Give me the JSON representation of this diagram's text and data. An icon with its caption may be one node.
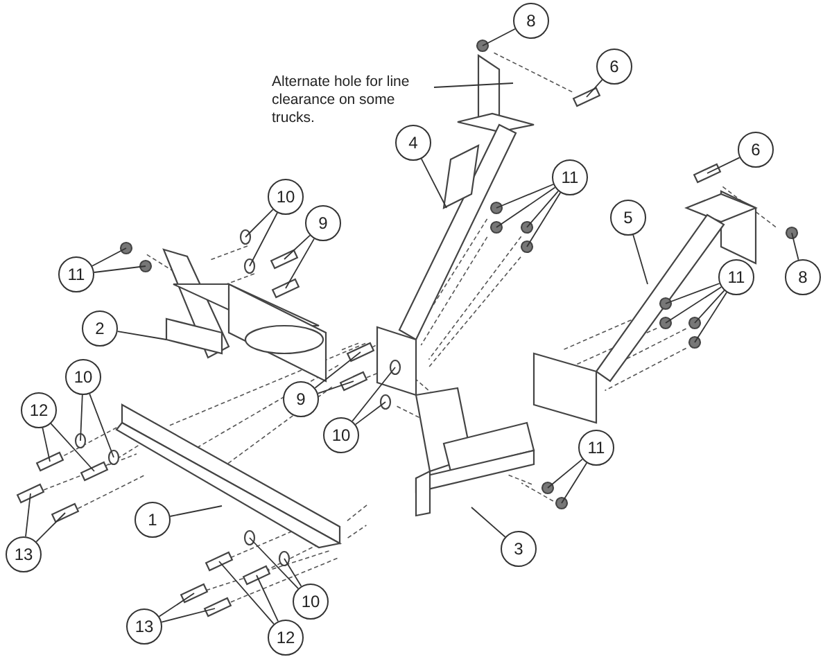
{
  "diagram": {
    "nodes": [
      {
        "text": [
          "8"
        ]
      },
      {
        "text": [
          "6"
        ]
      },
      {
        "text": [
          "Alternate hole for line clearance on some trucks."
        ]
      },
      {
        "text": [
          "4"
        ]
      },
      {
        "text": [
          "6"
        ]
      },
      {
        "text": [
          "11"
        ]
      },
      {
        "text": [
          "10"
        ]
      },
      {
        "text": [
          "5"
        ]
      },
      {
        "text": [
          "9"
        ]
      },
      {
        "text": [
          "11"
        ]
      },
      {
        "text": [
          "8"
        ]
      },
      {
        "text": [
          "11"
        ]
      },
      {
        "text": [
          "2"
        ]
      },
      {
        "text": [
          "10"
        ]
      },
      {
        "text": [
          "9"
        ]
      },
      {
        "text": [
          "12"
        ]
      },
      {
        "text": [
          "10"
        ]
      },
      {
        "text": [
          "11"
        ]
      },
      {
        "text": [
          "1"
        ]
      },
      {
        "text": [
          "3"
        ]
      },
      {
        "text": [
          "13"
        ]
      },
      {
        "text": [
          "10"
        ]
      },
      {
        "text": [
          "13"
        ]
      },
      {
        "text": [
          "12"
        ]
      }
    ],
    "edges": [
      {
        "from": 0,
        "to": null,
        "arrow": "none"
      },
      {
        "from": 1,
        "to": null,
        "arrow": "none"
      },
      {
        "from": 2,
        "to": null,
        "arrow": "none"
      },
      {
        "from": 3,
        "to": null,
        "arrow": "none"
      },
      {
        "from": 4,
        "to": null,
        "arrow": "none"
      },
      {
        "from": 5,
        "to": null,
        "arrow": "none"
      },
      {
        "from": 5,
        "to": null,
        "arrow": "none"
      },
      {
        "from": 5,
        "to": null,
        "arrow": "none"
      },
      {
        "from": 5,
        "to": null,
        "arrow": "none"
      },
      {
        "from": 6,
        "to": null,
        "arrow": "none"
      },
      {
        "from": 6,
        "to": null,
        "arrow": "none"
      },
      {
        "from": 7,
        "to": null,
        "arrow": "none"
      },
      {
        "from": 8,
        "to": null,
        "arrow": "none"
      },
      {
        "from": 8,
        "to": null,
        "arrow": "none"
      },
      {
        "from": 9,
        "to": null,
        "arrow": "none"
      },
      {
        "from": 9,
        "to": null,
        "arrow": "none"
      },
      {
        "from": 10,
        "to": null,
        "arrow": "none"
      },
      {
        "from": 11,
        "to": null,
        "arrow": "none"
      },
      {
        "from": 11,
        "to": null,
        "arrow": "none"
      },
      {
        "from": 11,
        "to": null,
        "arrow": "none"
      },
      {
        "from": 11,
        "to": null,
        "arrow": "none"
      },
      {
        "from": 12,
        "to": null,
        "arrow": "none"
      },
      {
        "from": 13,
        "to": null,
        "arrow": "none"
      },
      {
        "from": 13,
        "to": null,
        "arrow": "none"
      },
      {
        "from": 14,
        "to": null,
        "arrow": "none"
      },
      {
        "from": 14,
        "to": null,
        "arrow": "none"
      },
      {
        "from": 15,
        "to": null,
        "arrow": "none"
      },
      {
        "from": 15,
        "to": null,
        "arrow": "none"
      },
      {
        "from": 16,
        "to": null,
        "arrow": "none"
      },
      {
        "from": 16,
        "to": null,
        "arrow": "none"
      },
      {
        "from": 17,
        "to": null,
        "arrow": "none"
      },
      {
        "from": 17,
        "to": null,
        "arrow": "none"
      },
      {
        "from": 18,
        "to": null,
        "arrow": "none"
      },
      {
        "from": 19,
        "to": null,
        "arrow": "none"
      },
      {
        "from": 20,
        "to": null,
        "arrow": "none"
      },
      {
        "from": 20,
        "to": null,
        "arrow": "none"
      },
      {
        "from": 21,
        "to": null,
        "arrow": "none"
      },
      {
        "from": 21,
        "to": null,
        "arrow": "none"
      },
      {
        "from": 22,
        "to": null,
        "arrow": "none"
      },
      {
        "from": 22,
        "to": null,
        "arrow": "none"
      },
      {
        "from": 23,
        "to": null,
        "arrow": "none"
      },
      {
        "from": 23,
        "to": null,
        "arrow": "none"
      }
    ]
  }
}
